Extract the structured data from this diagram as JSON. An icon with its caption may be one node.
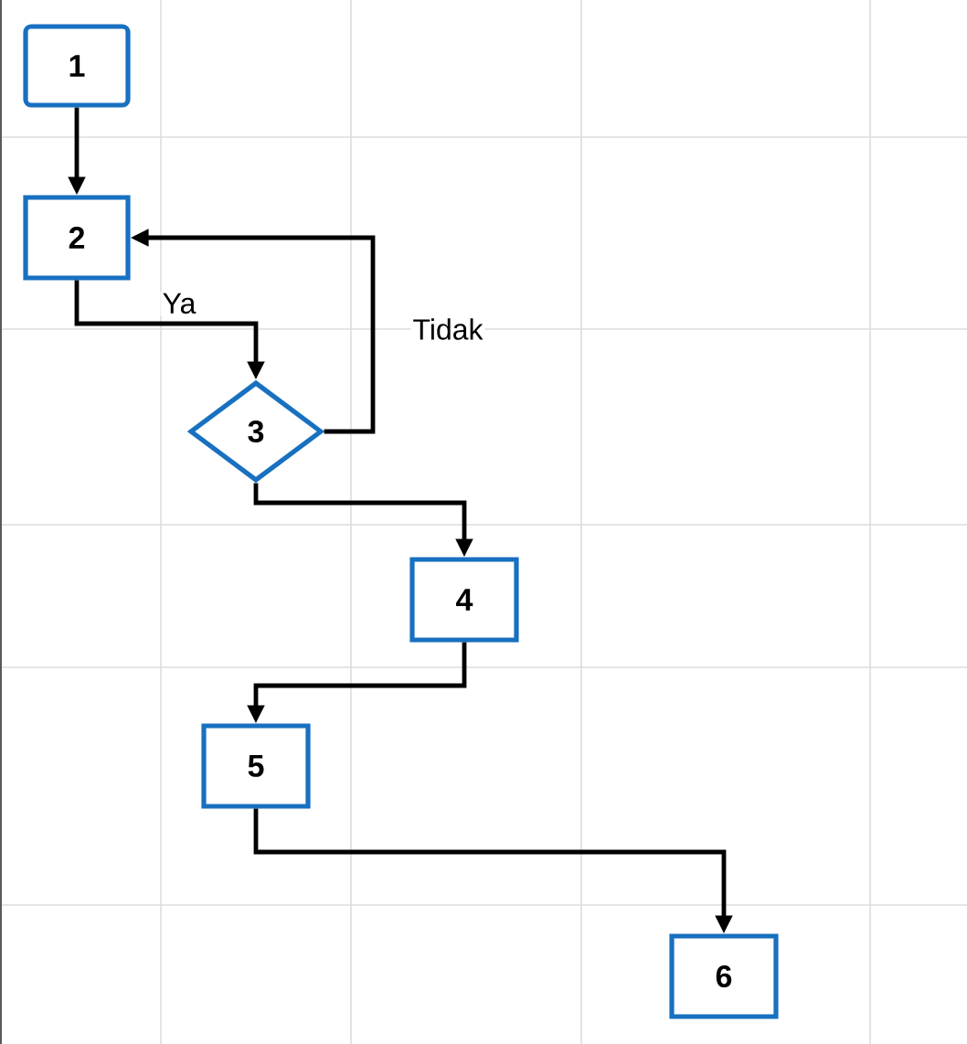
{
  "diagram": {
    "nodes": [
      {
        "text": [
          "1"
        ]
      },
      {
        "text": [
          "2"
        ]
      },
      {
        "text": [
          "3"
        ]
      },
      {
        "text": [
          "4"
        ]
      },
      {
        "text": [
          "5"
        ]
      },
      {
        "text": [
          "6"
        ]
      }
    ],
    "edges": [
      {
        "from": 0,
        "to": 1,
        "arrow": "to"
      },
      {
        "from": 1,
        "to": 2,
        "arrow": "to",
        "label": "Ya"
      },
      {
        "from": 2,
        "to": 1,
        "arrow": "to",
        "label": "Tidak"
      },
      {
        "from": 2,
        "to": 3,
        "arrow": "to"
      },
      {
        "from": 3,
        "to": 4,
        "arrow": "to"
      },
      {
        "from": 4,
        "to": 5,
        "arrow": "to"
      }
    ]
  }
}
